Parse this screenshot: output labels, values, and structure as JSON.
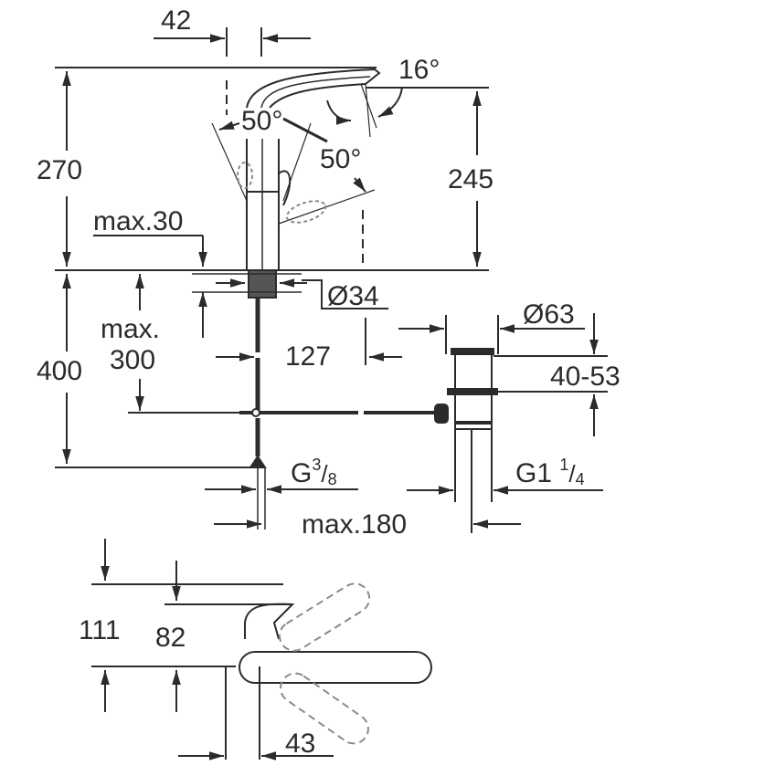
{
  "drawing": {
    "title": "Basin mixer dimension drawing",
    "colors": {
      "line": "#2b2b2b",
      "background": "#ffffff",
      "hidden": "#8a8a8a"
    },
    "side_view": {
      "labels": {
        "spout_width": "42",
        "angle_spout": "16°",
        "angle_lever_left": "50°",
        "angle_lever_right": "50°",
        "overall_height": "270",
        "spout_height": "245",
        "deck_thickness": "max.30",
        "hole_diameter": "Ø34"
      }
    },
    "under_view": {
      "labels": {
        "supply_length": "400",
        "max_label": "max.",
        "rod_depth": "300",
        "rod_offset": "127",
        "inlet_thread_main": "G",
        "inlet_thread_num": "3",
        "inlet_thread_den": "8",
        "waste_diameter": "Ø63",
        "waste_range": "40-53",
        "waste_thread_main": "G1",
        "waste_thread_num": "1",
        "waste_thread_den": "4",
        "max_reach": "max.180"
      }
    },
    "top_view": {
      "labels": {
        "lever_height": "111",
        "body_height": "82",
        "lever_offset": "43"
      }
    }
  }
}
